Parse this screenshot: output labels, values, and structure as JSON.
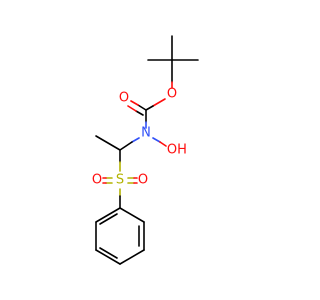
{
  "molecule": {
    "atoms": [
      {
        "id": "o_carbonyl",
        "label": "O",
        "color": "#ff0d0d"
      },
      {
        "id": "o_ester",
        "label": "O",
        "color": "#ff0d0d"
      },
      {
        "id": "n",
        "label": "N",
        "color": "#3050f8"
      },
      {
        "id": "o_hydroxyl",
        "label": "O",
        "color": "#ff0d0d"
      },
      {
        "id": "h_hydroxyl",
        "label": "H",
        "color": "#ff0d0d"
      },
      {
        "id": "s",
        "label": "S",
        "color": "#b3b300"
      },
      {
        "id": "o_sulfonyl_left",
        "label": "O",
        "color": "#ff0d0d"
      },
      {
        "id": "o_sulfonyl_right",
        "label": "O",
        "color": "#ff0d0d"
      }
    ]
  }
}
